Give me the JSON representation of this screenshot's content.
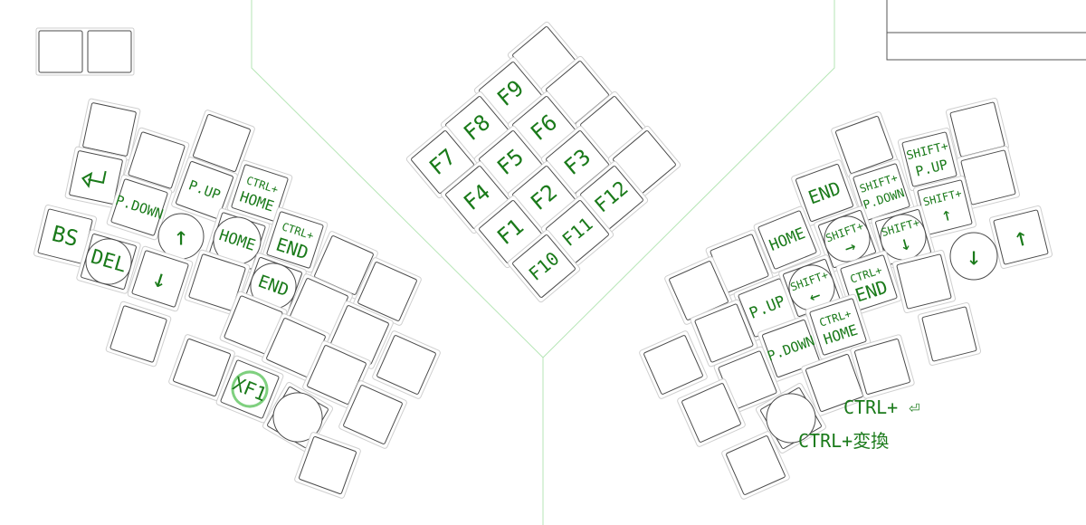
{
  "colors": {
    "label": "#1a7a1a",
    "guide": "#b6e6b6",
    "key_stroke": "#4a4a4a",
    "knob_ring": "#7fd07f"
  },
  "left": {
    "bs": "BS",
    "del": "DEL",
    "return_icon": "return-arrow-icon",
    "p_down": "P.DOWN",
    "p_up": "P.UP",
    "ctrl_home_1": "CTRL+",
    "ctrl_home_2": "HOME",
    "home": "HOME",
    "ctrl_end_1": "CTRL+",
    "ctrl_end_2": "END",
    "end": "END",
    "up": "↑",
    "down": "↓",
    "xf1": "XF1"
  },
  "center": {
    "f1": "F1",
    "f2": "F2",
    "f3": "F3",
    "f4": "F4",
    "f5": "F5",
    "f6": "F6",
    "f7": "F7",
    "f8": "F8",
    "f9": "F9",
    "f10": "F10",
    "f11": "F11",
    "f12": "F12"
  },
  "right": {
    "end": "END",
    "shift_pdown_1": "SHIFT+",
    "shift_pdown_2": "P.DOWN",
    "shift_pup_1": "SHIFT+",
    "shift_pup_2": "P.UP",
    "home": "HOME",
    "shift_right_1": "SHIFT+",
    "shift_right_2": "→",
    "shift_down_1": "SHIFT+",
    "shift_down_2": "↓",
    "shift_up_1": "SHIFT+",
    "shift_up_2": "↑",
    "down": "↓",
    "up": "↑",
    "p_up": "P.UP",
    "shift_left_1": "SHIFT+",
    "shift_left_2": "←",
    "ctrl_end_1": "CTRL+",
    "ctrl_end_2": "END",
    "p_down": "P.DOWN",
    "ctrl_home_1": "CTRL+",
    "ctrl_home_2": "HOME",
    "note_ctrl_enter": "CTRL+ ⏎",
    "note_ctrl_henkan": "CTRL+変換"
  }
}
